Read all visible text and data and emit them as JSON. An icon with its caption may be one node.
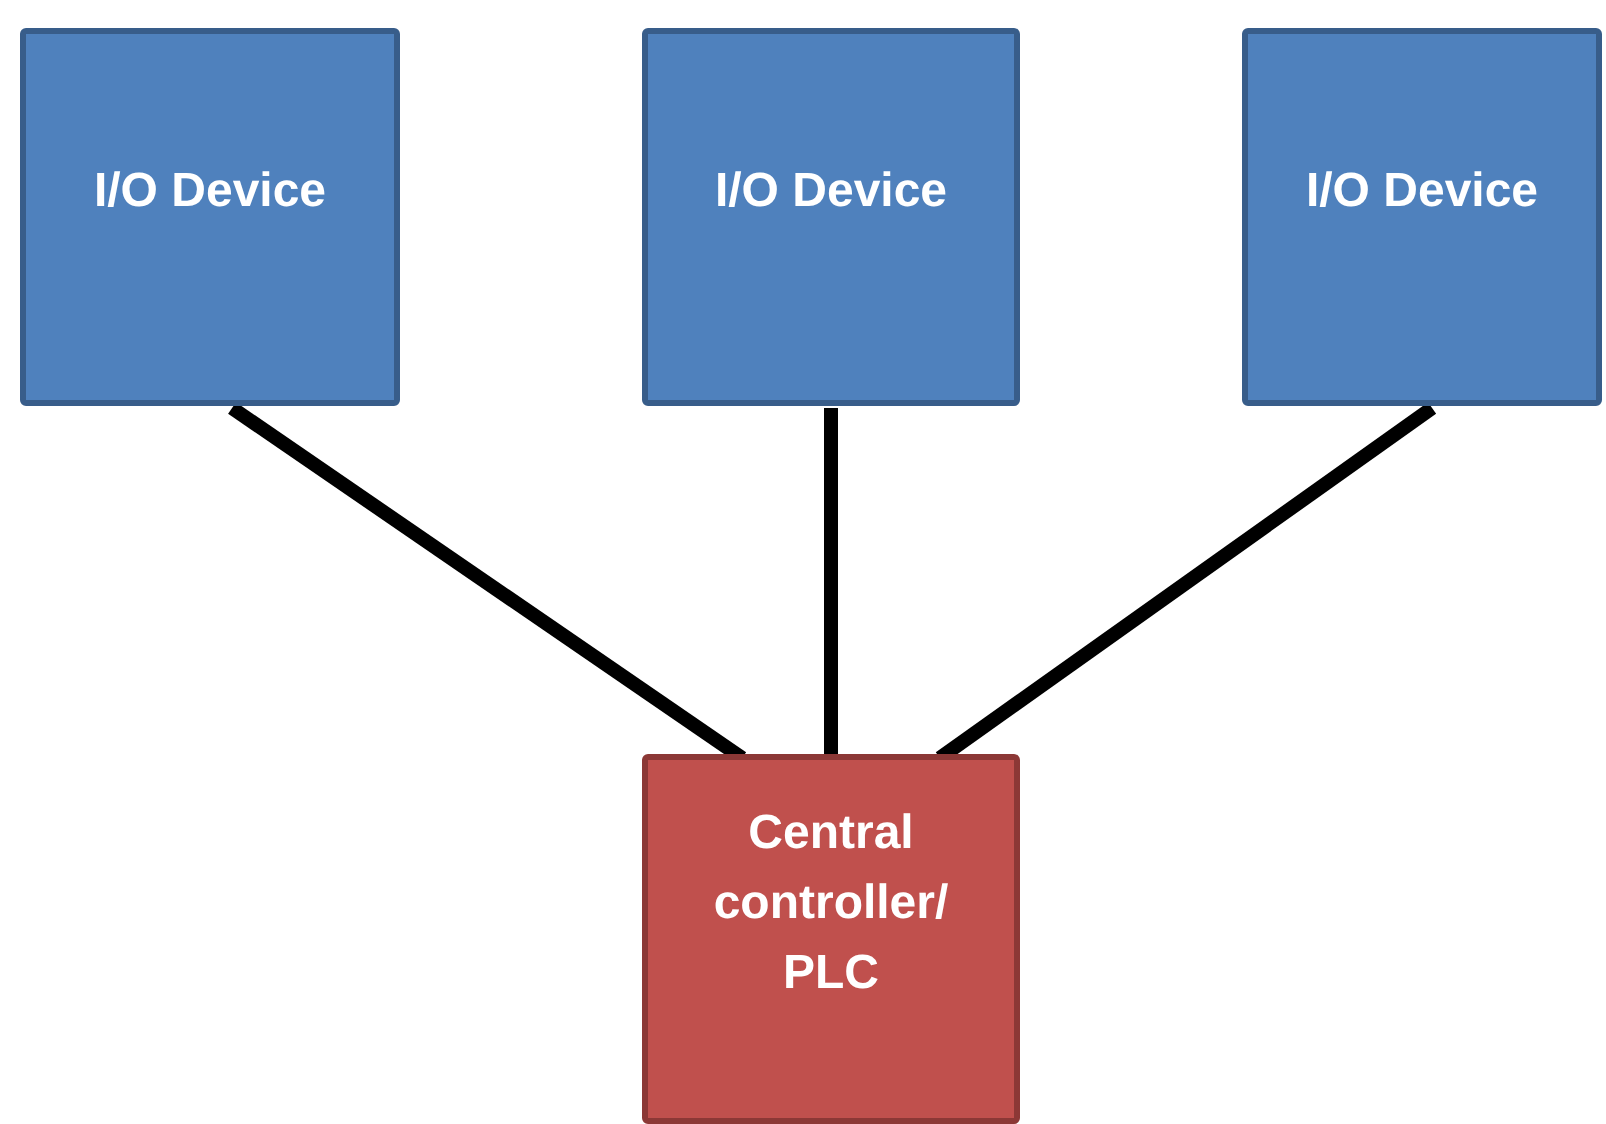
{
  "diagram": {
    "nodes": [
      {
        "text": [
          "I/O Device"
        ]
      },
      {
        "text": [
          "I/O Device"
        ]
      },
      {
        "text": [
          "I/O Device"
        ]
      },
      {
        "text": [
          "Central controller/ PLC"
        ]
      }
    ],
    "edges": [
      {
        "from": 0,
        "to": 3,
        "arrow": "none"
      },
      {
        "from": 1,
        "to": 3,
        "arrow": "none"
      },
      {
        "from": 2,
        "to": 3,
        "arrow": "none"
      }
    ]
  }
}
